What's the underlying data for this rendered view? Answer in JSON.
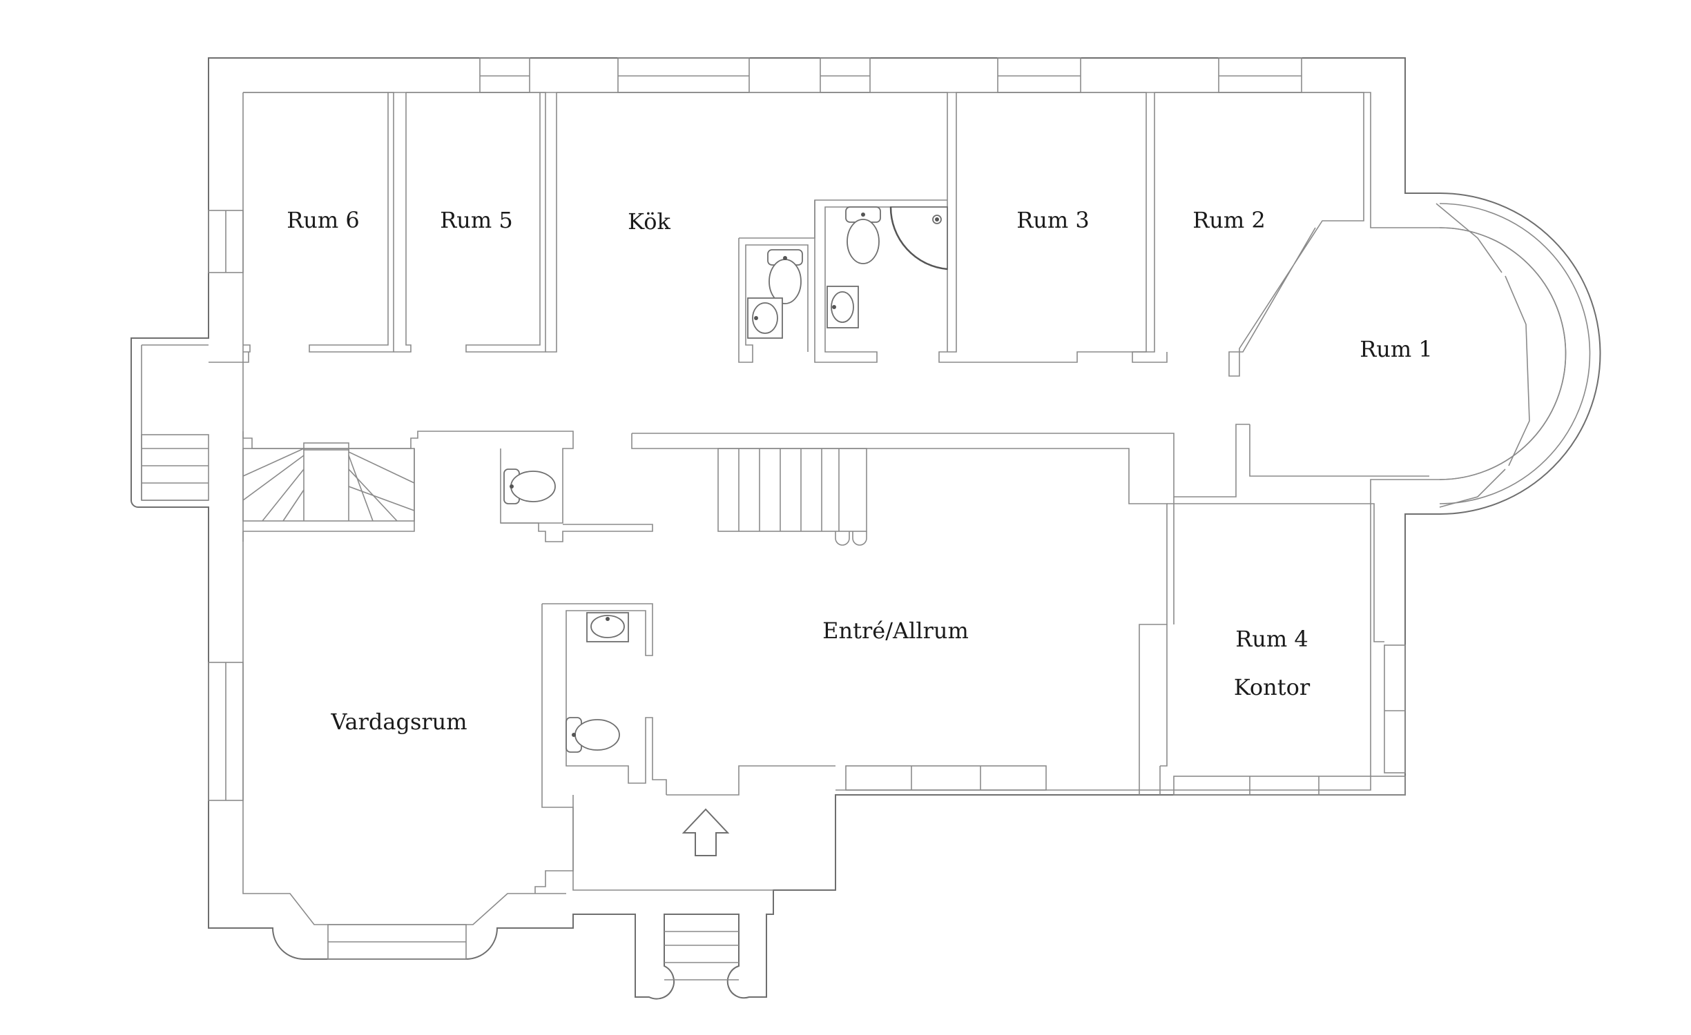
{
  "rooms": {
    "rum6": "Rum 6",
    "rum5": "Rum 5",
    "kok": "Kök",
    "rum3": "Rum 3",
    "rum2": "Rum 2",
    "rum1": "Rum 1",
    "entre": "Entré/Allrum",
    "rum4": "Rum 4",
    "kontor": "Kontor",
    "vardagsrum": "Vardagsrum"
  },
  "colors": {
    "wall": "#6e6e6e",
    "background": "#ffffff",
    "text": "#1a1a1a"
  },
  "icons": {
    "entrance": "entrance-arrow-icon",
    "toilet": "toilet-icon",
    "sink": "sink-icon",
    "shower": "shower-icon",
    "stairs": "stairs-icon"
  }
}
